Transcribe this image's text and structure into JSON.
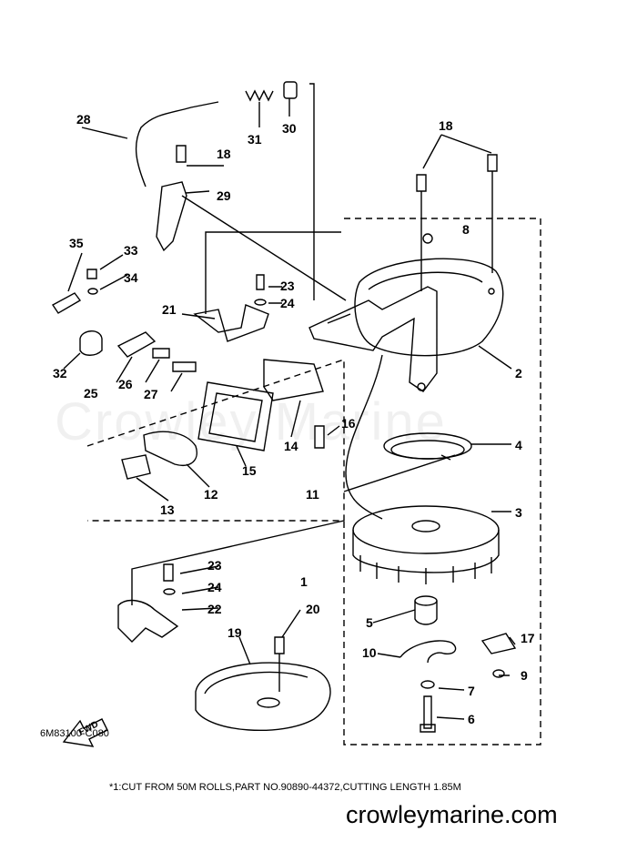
{
  "callouts": [
    "1",
    "2",
    "3",
    "4",
    "5",
    "6",
    "7",
    "8",
    "9",
    "10",
    "11",
    "12",
    "13",
    "14",
    "15",
    "16",
    "17",
    "18",
    "18",
    "19",
    "20",
    "21",
    "22",
    "23",
    "23",
    "24",
    "24",
    "25",
    "26",
    "27",
    "28",
    "29",
    "30",
    "31",
    "32",
    "33",
    "34",
    "35"
  ],
  "diagram_code": "6M83100-C080",
  "footnote": "*1:CUT FROM 50M ROLLS,PART NO.90890-44372,CUTTING LENGTH 1.85M",
  "fwd_label": "FWD",
  "watermark": "Crowley Marine",
  "website": "crowleymarine.com",
  "line_color": "#000000"
}
